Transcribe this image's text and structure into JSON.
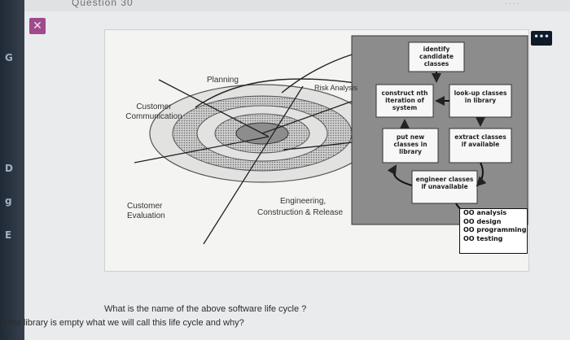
{
  "page": {
    "top_clip_text": "Question 30",
    "top_right_text": "· · · ·"
  },
  "rail": {
    "glyphs": [
      "G",
      "D",
      "g",
      "E"
    ]
  },
  "buttons": {
    "close_label": "✕",
    "more_label": "•••"
  },
  "diagram": {
    "quadrants": {
      "planning": "Planning",
      "risk_analysis": "Risk Analysis",
      "customer_communication": "Customer Communication",
      "customer_evaluation": "Customer Evaluation",
      "engineering": "Engineering,",
      "construction_release": "Construction & Release"
    },
    "component_boxes": {
      "identify": "identify candidate classes",
      "construct": "construct nth iteration of system",
      "lookup": "look-up classes in library",
      "put_new": "put new classes in library",
      "extract": "extract classes if available",
      "engineer": "engineer classes if unavailable"
    },
    "oo_list": [
      "OO analysis",
      "OO design",
      "OO programming",
      "OO testing"
    ]
  },
  "question": {
    "line1": "What is the name of the above software life cycle ?",
    "line2": "if the library is empty what we will call this life cycle and why?"
  }
}
